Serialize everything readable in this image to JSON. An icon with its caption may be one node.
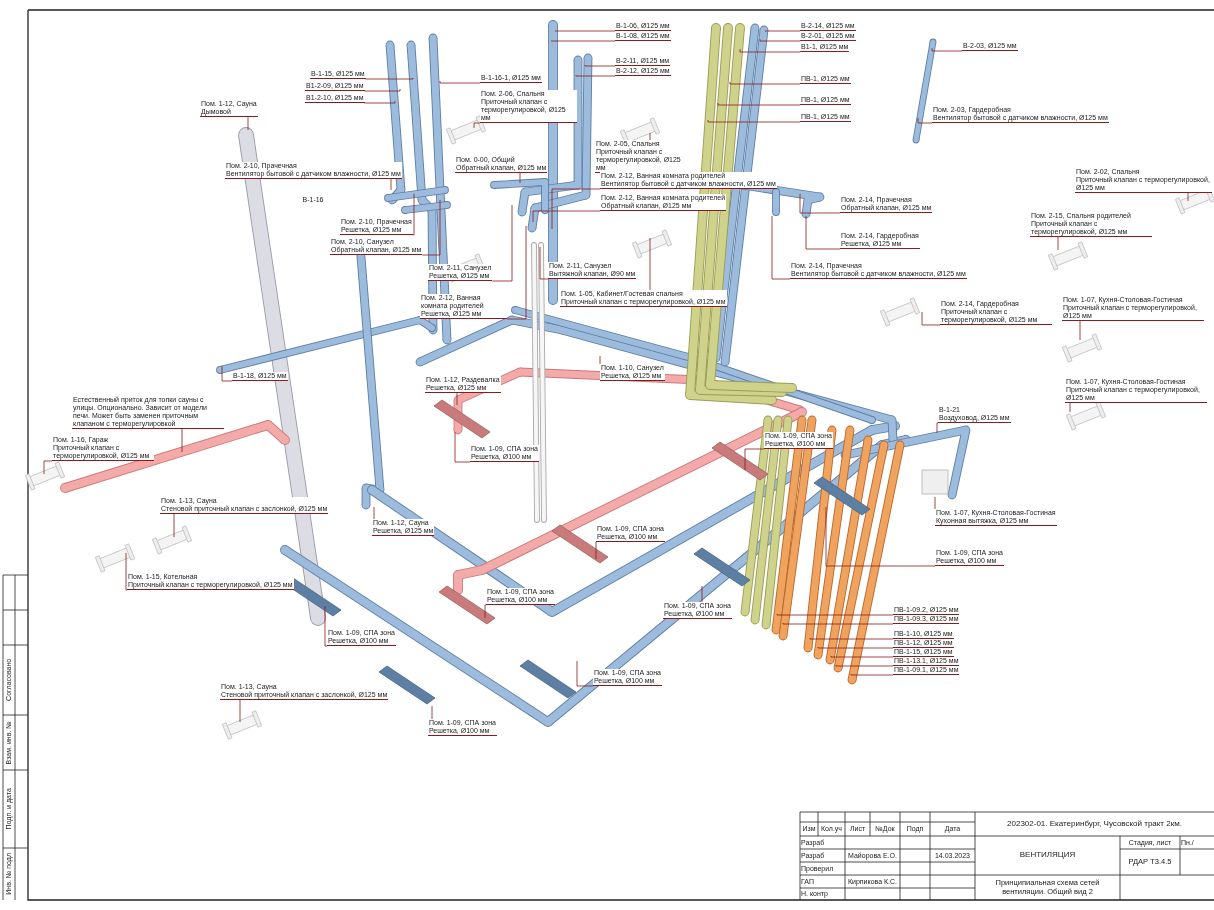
{
  "diagram": {
    "nodes": [
      {
        "text": [
          "В-1-15, Ø125 мм"
        ]
      },
      {
        "text": [
          "В1-2-09, Ø125 мм"
        ]
      },
      {
        "text": [
          "В1-2-10, Ø125 мм"
        ]
      },
      {
        "text": [
          "В-1-16-1, Ø125 мм"
        ]
      },
      {
        "text": [
          "Пом. 1-12, Сауна",
          "Дымовой"
        ]
      },
      {
        "text": [
          "Пом. 2-10, Прачечная",
          "Вентилятор бытовой с датчиком влажности, Ø125 мм"
        ]
      },
      {
        "text": [
          "Пом. 2-10, Прачечная",
          "Решетка, Ø125 мм"
        ]
      },
      {
        "text": [
          "Пом. 2-10, Санузел",
          "Обратный клапан, Ø125 мм"
        ]
      },
      {
        "text": [
          "В-1-18, Ø125 мм"
        ]
      },
      {
        "text": [
          "Естественный приток для топки сауны с улицы. Опционально. Зависит от модели печи. Может быть заменен приточным клапаном с терморегулировкой"
        ]
      },
      {
        "text": [
          "Пом. 1-16, Гараж",
          "Приточный клапан с терморегулировкой, Ø125 мм"
        ]
      },
      {
        "text": [
          "Пом. 1-13, Сауна",
          "Стеновой приточный клапан с заслонкой, Ø125 мм"
        ]
      },
      {
        "text": [
          "Пом. 1-15, Котельная",
          "Приточный клапан с терморегулировкой, Ø125 мм"
        ]
      },
      {
        "text": [
          "Пом. 1-13, Сауна",
          "Стеновой приточный клапан с заслонкой, Ø125 мм"
        ]
      },
      {
        "text": [
          "Пом. 1-09, СПА зона",
          "Решетка, Ø100 мм"
        ]
      },
      {
        "text": [
          "Пом. 1-12, Сауна",
          "Решетка, Ø125 мм"
        ]
      },
      {
        "text": [
          "Пом. 1-09, СПА зона",
          "Решетка, Ø100 мм"
        ]
      },
      {
        "text": [
          "В-1-06, Ø125 мм"
        ]
      },
      {
        "text": [
          "В-1-08, Ø125 мм"
        ]
      },
      {
        "text": [
          "В-2-11, Ø125 мм"
        ]
      },
      {
        "text": [
          "В-2-12, Ø125 мм"
        ]
      },
      {
        "text": [
          "Пом. 2-06, Спальня",
          "Приточный клапан с терморегулировкой, Ø125 мм"
        ]
      },
      {
        "text": [
          "Пом. 2-05, Спальня",
          "Приточный клапан с терморегулировкой, Ø125 мм"
        ]
      },
      {
        "text": [
          "Пом. 0-00, Общий",
          "Обратный клапан, Ø125 мм"
        ]
      },
      {
        "text": [
          "Пом. 2-11, Санузел",
          "Решетка, Ø125 мм"
        ]
      },
      {
        "text": [
          "Пом. 2-12, Ванная комната родителей",
          "Обратный клапан, Ø125 мм"
        ]
      },
      {
        "text": [
          "Пом. 2-12, Ванная комната родителей",
          "Вентилятор бытовой с датчиком влажности, Ø125 мм"
        ]
      },
      {
        "text": [
          "Пом. 2-12, Ванная комната родителей",
          "Решетка, Ø125 мм"
        ]
      },
      {
        "text": [
          "Пом. 2-11, Санузел",
          "Вытяжной клапан, Ø90 мм"
        ]
      },
      {
        "text": [
          "Пом. 1-05, Кабинет/Гостевая спальня",
          "Приточный клапан с терморегулировкой, Ø125 мм"
        ]
      },
      {
        "text": [
          "В-2-14, Ø125 мм"
        ]
      },
      {
        "text": [
          "В-2-01, Ø125 мм"
        ]
      },
      {
        "text": [
          "В1-1, Ø125 мм"
        ]
      },
      {
        "text": [
          "ПВ-1, Ø125 мм"
        ]
      },
      {
        "text": [
          "ПВ-1, Ø125 мм"
        ]
      },
      {
        "text": [
          "ПВ-1, Ø125 мм"
        ]
      },
      {
        "text": [
          "В-2-03, Ø125 мм"
        ]
      },
      {
        "text": [
          "Пом. 2-03, Гардеробная",
          "Вентилятор бытовой с датчиком влажности, Ø125 мм"
        ]
      },
      {
        "text": [
          "Пом. 2-14, Прачечная",
          "Обратный клапан, Ø125 мм"
        ]
      },
      {
        "text": [
          "Пом. 2-14, Гардеробная",
          "Решетка, Ø125 мм"
        ]
      },
      {
        "text": [
          "Пом. 2-14, Прачечная",
          "Вентилятор бытовой с датчиком влажности, Ø125 мм"
        ]
      },
      {
        "text": [
          "Пом. 2-02, Спальня",
          "Приточный клапан с терморегулировкой, Ø125 мм"
        ]
      },
      {
        "text": [
          "Пом. 2-15, Спальня родителей",
          "Приточный клапан с терморегулировкой, Ø125 мм"
        ]
      },
      {
        "text": [
          "Пом. 2-14, Гардеробная",
          "Приточный клапан с терморегулировкой, Ø125 мм"
        ]
      },
      {
        "text": [
          "Пом. 1-07, Кухня-Столовая-Гостиная",
          "Приточный клапан с терморегулировкой, Ø125 мм"
        ]
      },
      {
        "text": [
          "Пом. 1-07, Кухня-Столовая-Гостиная",
          "Приточный клапан с терморегулировкой, Ø125 мм"
        ]
      },
      {
        "text": [
          "В-1-21",
          "Воздуховод, Ø125 мм"
        ]
      },
      {
        "text": [
          "Пом. 1-07, Кухня-Столовая-Гостиная",
          "Кухонная вытяжка, Ø125 мм"
        ]
      },
      {
        "text": [
          "Пом. 1-09, СПА зона",
          "Решетка, Ø100 мм"
        ]
      },
      {
        "text": [
          "Пом. 1-09, СПА зона",
          "Решетка, Ø100 мм"
        ]
      },
      {
        "text": [
          "Пом. 1-09, СПА зона",
          "Решетка, Ø100 мм"
        ]
      },
      {
        "text": [
          "Пом. 1-09, СПА зона",
          "Решетка, Ø100 мм"
        ]
      },
      {
        "text": [
          "Пом. 1-09, СПА зона",
          "Решетка, Ø100 мм"
        ]
      },
      {
        "text": [
          "Пом. 1-09, СПА зона",
          "Решетка, Ø100 мм"
        ]
      },
      {
        "text": [
          "Пом. 1-12, Раздевалка",
          "Решетка, Ø125 мм"
        ]
      },
      {
        "text": [
          "Пом. 1-10, Санузел",
          "Решетка, Ø125 мм"
        ]
      },
      {
        "text": [
          "Пом. 1-09, СПА зона",
          "Решетка, Ø100 мм"
        ]
      },
      {
        "text": [
          "ПВ-1-09.2, Ø125 мм"
        ]
      },
      {
        "text": [
          "ПВ-1-09.3, Ø125 мм"
        ]
      },
      {
        "text": [
          "ПВ-1-10, Ø125 мм"
        ]
      },
      {
        "text": [
          "ПВ-1-12, Ø125 мм"
        ]
      },
      {
        "text": [
          "ПВ-1-15, Ø125 мм"
        ]
      },
      {
        "text": [
          "ПВ-1-13.1, Ø125 мм"
        ]
      },
      {
        "text": [
          "ПВ-1-09.1, Ø125 мм"
        ]
      }
    ],
    "edges": [
      {
        "from": 0,
        "to": null,
        "arrow": "none"
      },
      {
        "from": 1,
        "to": null,
        "arrow": "none"
      },
      {
        "from": 2,
        "to": null,
        "arrow": "none"
      },
      {
        "from": 3,
        "to": null,
        "arrow": "none"
      },
      {
        "from": 4,
        "to": null,
        "arrow": "none"
      },
      {
        "from": 5,
        "to": null,
        "arrow": "none"
      },
      {
        "from": 6,
        "to": null,
        "arrow": "none"
      },
      {
        "from": 7,
        "to": null,
        "arrow": "none"
      },
      {
        "from": 8,
        "to": null,
        "arrow": "none"
      },
      {
        "from": 9,
        "to": null,
        "arrow": "none"
      },
      {
        "from": 10,
        "to": null,
        "arrow": "none"
      },
      {
        "from": 11,
        "to": null,
        "arrow": "none"
      },
      {
        "from": 12,
        "to": null,
        "arrow": "none"
      },
      {
        "from": 13,
        "to": null,
        "arrow": "none"
      },
      {
        "from": 14,
        "to": null,
        "arrow": "none"
      },
      {
        "from": 15,
        "to": null,
        "arrow": "none"
      },
      {
        "from": 16,
        "to": null,
        "arrow": "none"
      },
      {
        "from": 17,
        "to": null,
        "arrow": "none"
      },
      {
        "from": 18,
        "to": null,
        "arrow": "none"
      },
      {
        "from": 19,
        "to": null,
        "arrow": "none"
      },
      {
        "from": 20,
        "to": null,
        "arrow": "none"
      },
      {
        "from": 21,
        "to": null,
        "arrow": "none"
      },
      {
        "from": 22,
        "to": null,
        "arrow": "none"
      },
      {
        "from": 23,
        "to": null,
        "arrow": "none"
      },
      {
        "from": 24,
        "to": null,
        "arrow": "none"
      },
      {
        "from": 25,
        "to": null,
        "arrow": "none"
      },
      {
        "from": 26,
        "to": null,
        "arrow": "none"
      },
      {
        "from": 27,
        "to": null,
        "arrow": "none"
      },
      {
        "from": 28,
        "to": null,
        "arrow": "none"
      },
      {
        "from": 29,
        "to": null,
        "arrow": "none"
      },
      {
        "from": 30,
        "to": null,
        "arrow": "none"
      },
      {
        "from": 31,
        "to": null,
        "arrow": "none"
      },
      {
        "from": 32,
        "to": null,
        "arrow": "none"
      },
      {
        "from": 33,
        "to": null,
        "arrow": "none"
      },
      {
        "from": 34,
        "to": null,
        "arrow": "none"
      },
      {
        "from": 35,
        "to": null,
        "arrow": "none"
      },
      {
        "from": 36,
        "to": null,
        "arrow": "none"
      },
      {
        "from": 37,
        "to": null,
        "arrow": "none"
      },
      {
        "from": 38,
        "to": null,
        "arrow": "none"
      },
      {
        "from": 39,
        "to": null,
        "arrow": "none"
      },
      {
        "from": 40,
        "to": null,
        "arrow": "none"
      },
      {
        "from": 41,
        "to": null,
        "arrow": "none"
      },
      {
        "from": 42,
        "to": null,
        "arrow": "none"
      },
      {
        "from": 43,
        "to": null,
        "arrow": "none"
      },
      {
        "from": 44,
        "to": null,
        "arrow": "none"
      },
      {
        "from": 45,
        "to": null,
        "arrow": "none"
      },
      {
        "from": 46,
        "to": null,
        "arrow": "none"
      },
      {
        "from": 47,
        "to": null,
        "arrow": "none"
      },
      {
        "from": 48,
        "to": null,
        "arrow": "none"
      },
      {
        "from": 49,
        "to": null,
        "arrow": "none"
      },
      {
        "from": 50,
        "to": null,
        "arrow": "none"
      },
      {
        "from": 51,
        "to": null,
        "arrow": "none"
      },
      {
        "from": 52,
        "to": null,
        "arrow": "none"
      },
      {
        "from": 53,
        "to": null,
        "arrow": "none"
      },
      {
        "from": 54,
        "to": null,
        "arrow": "none"
      },
      {
        "from": 55,
        "to": null,
        "arrow": "none"
      },
      {
        "from": 56,
        "to": null,
        "arrow": "none"
      },
      {
        "from": 57,
        "to": null,
        "arrow": "none"
      },
      {
        "from": 58,
        "to": null,
        "arrow": "none"
      },
      {
        "from": 59,
        "to": null,
        "arrow": "none"
      },
      {
        "from": 60,
        "to": null,
        "arrow": "none"
      },
      {
        "from": 61,
        "to": null,
        "arrow": "none"
      },
      {
        "from": 62,
        "to": null,
        "arrow": "none"
      },
      {
        "from": 63,
        "to": null,
        "arrow": "none"
      }
    ],
    "labels": [
      "В-1-16",
      "Согласовано",
      "Взам. инв. №",
      "Подп. и дата",
      "Инв. № подл",
      "202302-01. Екатеринбург, Чусовской тракт 2км.",
      "Изм",
      "Кол.уч",
      "Лист",
      "№Док",
      "Подп",
      "Дата",
      "Разраб",
      "ВЕНТИЛЯЦИЯ",
      "Стадия, лист",
      "Пн./",
      "Разраб",
      "Майорова Е.О.",
      "14.03.2023",
      "РДАР Т3.4.5",
      "Проверил",
      "ГАП",
      "Кирпикова К.С.",
      "Принципиальная схема сетей вентиляции. Общий вид 2",
      "Н. контр"
    ]
  }
}
